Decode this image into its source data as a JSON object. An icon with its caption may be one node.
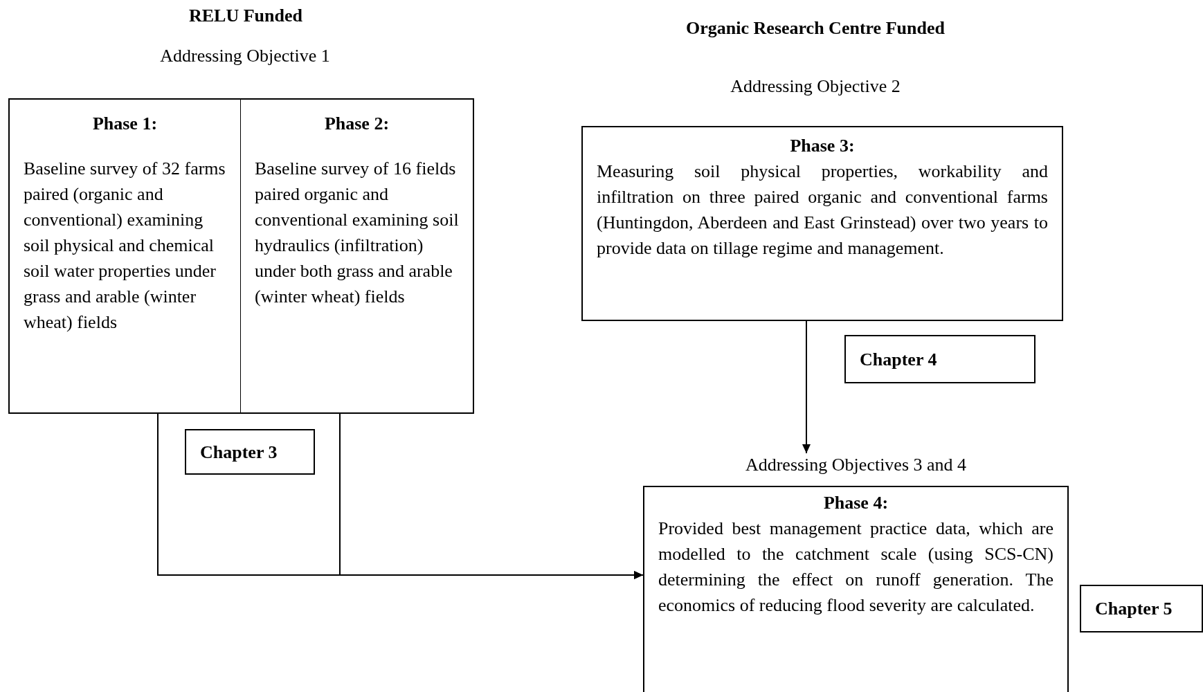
{
  "diagram": {
    "nodes": [
      {
        "text": [
          "Phase 1:",
          "Baseline survey of 32 farms paired (organic and conventional) examining soil physical and chemical soil water properties under grass and arable (winter wheat) fields"
        ]
      },
      {
        "text": [
          "Phase 2:",
          "Baseline survey of 16 fields paired organic and conventional examining soil hydraulics (infiltration) under both grass and arable (winter wheat) fields"
        ]
      },
      {
        "text": [
          "Chapter 3"
        ]
      },
      {
        "text": [
          "Phase 3:",
          "Measuring soil physical properties, workability and infiltration on three paired organic and conventional farms (Huntingdon, Aberdeen and East Grinstead) over two years to provide data on tillage regime and management."
        ]
      },
      {
        "text": [
          "Chapter 4"
        ]
      },
      {
        "text": [
          "Phase 4:",
          "Provided best management practice data, which are modelled to the catchment scale (using SCS-CN) determining the effect on runoff generation.  The economics of reducing flood severity are calculated."
        ],
        "beside": [
          "Addressing Objectives 3 and 4"
        ]
      },
      {
        "text": [
          "Chapter 5"
        ]
      }
    ],
    "edges": [
      {
        "from": 0,
        "to": 5,
        "arrow": "to"
      },
      {
        "from": 1,
        "to": 5,
        "arrow": "to"
      },
      {
        "from": 3,
        "to": 5,
        "arrow": "to"
      }
    ],
    "labels": [
      "RELU Funded",
      "Addressing Objective 1",
      "Organic Research Centre Funded",
      "Addressing Objective 2"
    ]
  }
}
